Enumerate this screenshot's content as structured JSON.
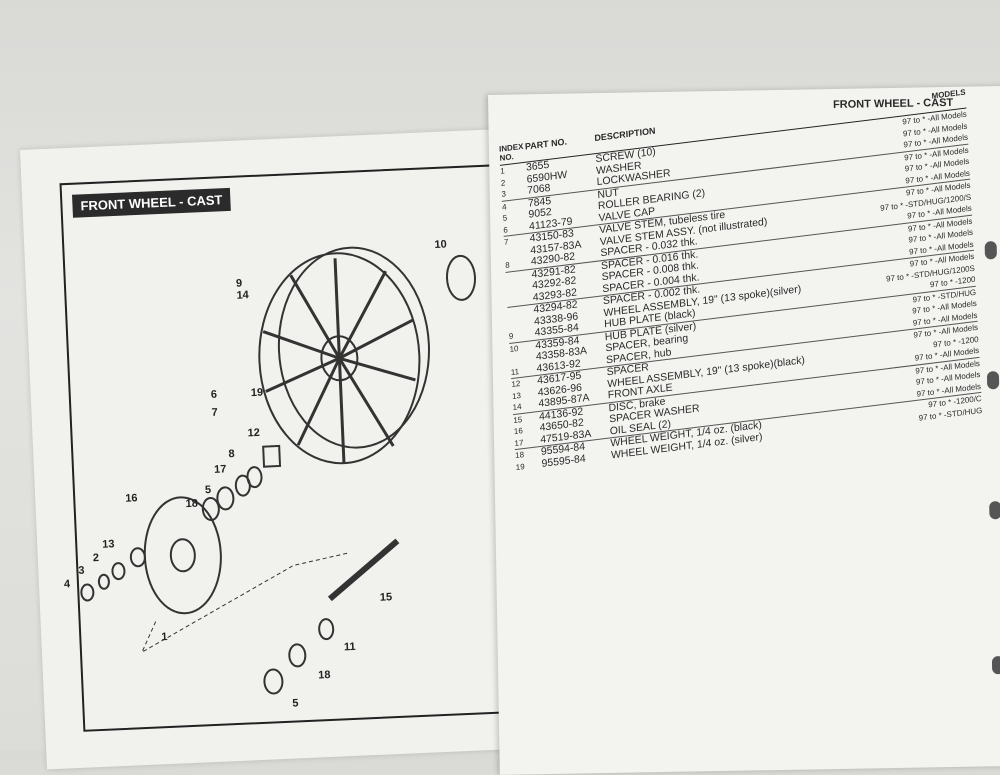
{
  "left_page": {
    "title": "FRONT WHEEL - CAST",
    "callouts": [
      "10",
      "9",
      "14",
      "6",
      "19",
      "7",
      "12",
      "8",
      "17",
      "5",
      "18",
      "16",
      "13",
      "2",
      "3",
      "4",
      "1",
      "15",
      "11",
      "18",
      "5"
    ]
  },
  "right_page": {
    "title": "FRONT WHEEL - CAST",
    "headers": {
      "index": "INDEX NO.",
      "part": "PART NO.",
      "description": "DESCRIPTION",
      "models": "MODELS"
    },
    "rows": [
      {
        "index": "1",
        "part": "3655",
        "desc": "SCREW (10)",
        "models": "97 to * -All Models"
      },
      {
        "index": "2",
        "part": "6590HW",
        "desc": "WASHER",
        "models": "97 to * -All Models"
      },
      {
        "index": "3",
        "part": "7068",
        "desc": "LOCKWASHER",
        "models": "97 to * -All Models"
      },
      {
        "index": "4",
        "part": "7845",
        "desc": "NUT",
        "models": "97 to * -All Models"
      },
      {
        "index": "5",
        "part": "9052",
        "desc": "ROLLER BEARING (2)",
        "models": "97 to * -All Models"
      },
      {
        "index": "6",
        "part": "41123-79",
        "desc": "VALVE CAP",
        "models": "97 to * -All Models"
      },
      {
        "index": "7",
        "part": "43150-83",
        "desc": "VALVE STEM, tubeless tire",
        "models": "97 to * -All Models"
      },
      {
        "index": "",
        "part": "43157-83A",
        "desc": "VALVE STEM ASSY. (not illustrated)",
        "models": "97 to * -STD/HUG/1200/S"
      },
      {
        "index": "8",
        "part": "43290-82",
        "desc": "SPACER - 0.032 thk.",
        "models": "97 to * -All Models"
      },
      {
        "index": "",
        "part": "43291-82",
        "desc": "SPACER - 0.016 thk.",
        "models": "97 to * -All Models"
      },
      {
        "index": "",
        "part": "43292-82",
        "desc": "SPACER - 0.008 thk.",
        "models": "97 to * -All Models"
      },
      {
        "index": "",
        "part": "43293-82",
        "desc": "SPACER - 0.004 thk.",
        "models": "97 to * -All Models"
      },
      {
        "index": "",
        "part": "43294-82",
        "desc": "SPACER - 0.002 thk.",
        "models": "97 to * -All Models"
      },
      {
        "index": "",
        "part": "43338-96",
        "desc": "WHEEL ASSEMBLY, 19\" (13 spoke)(silver)",
        "models": "97 to * -STD/HUG/1200S"
      },
      {
        "index": "9",
        "part": "43355-84",
        "desc": "HUB PLATE (black)",
        "models": "97 to * -1200"
      },
      {
        "index": "10",
        "part": "43359-84",
        "desc": "HUB PLATE (silver)",
        "models": "97 to * -STD/HUG"
      },
      {
        "index": "",
        "part": "43358-83A",
        "desc": "SPACER, bearing",
        "models": "97 to * -All Models"
      },
      {
        "index": "11",
        "part": "43613-92",
        "desc": "SPACER, hub",
        "models": "97 to * -All Models"
      },
      {
        "index": "12",
        "part": "43617-95",
        "desc": "SPACER",
        "models": "97 to * -All Models"
      },
      {
        "index": "13",
        "part": "43626-96",
        "desc": "WHEEL ASSEMBLY, 19\" (13 spoke)(black)",
        "models": "97 to * -1200"
      },
      {
        "index": "14",
        "part": "43895-87A",
        "desc": "FRONT AXLE",
        "models": "97 to * -All Models"
      },
      {
        "index": "15",
        "part": "44136-92",
        "desc": "DISC, brake",
        "models": "97 to * -All Models"
      },
      {
        "index": "16",
        "part": "43650-82",
        "desc": "SPACER WASHER",
        "models": "97 to * -All Models"
      },
      {
        "index": "17",
        "part": "47519-83A",
        "desc": "OIL SEAL (2)",
        "models": "97 to * -All Models"
      },
      {
        "index": "18",
        "part": "95594-84",
        "desc": "WHEEL WEIGHT, 1/4 oz. (black)",
        "models": "97 to * -1200/C"
      },
      {
        "index": "19",
        "part": "95595-84",
        "desc": "WHEEL WEIGHT, 1/4 oz. (silver)",
        "models": "97 to * -STD/HUG"
      }
    ]
  }
}
